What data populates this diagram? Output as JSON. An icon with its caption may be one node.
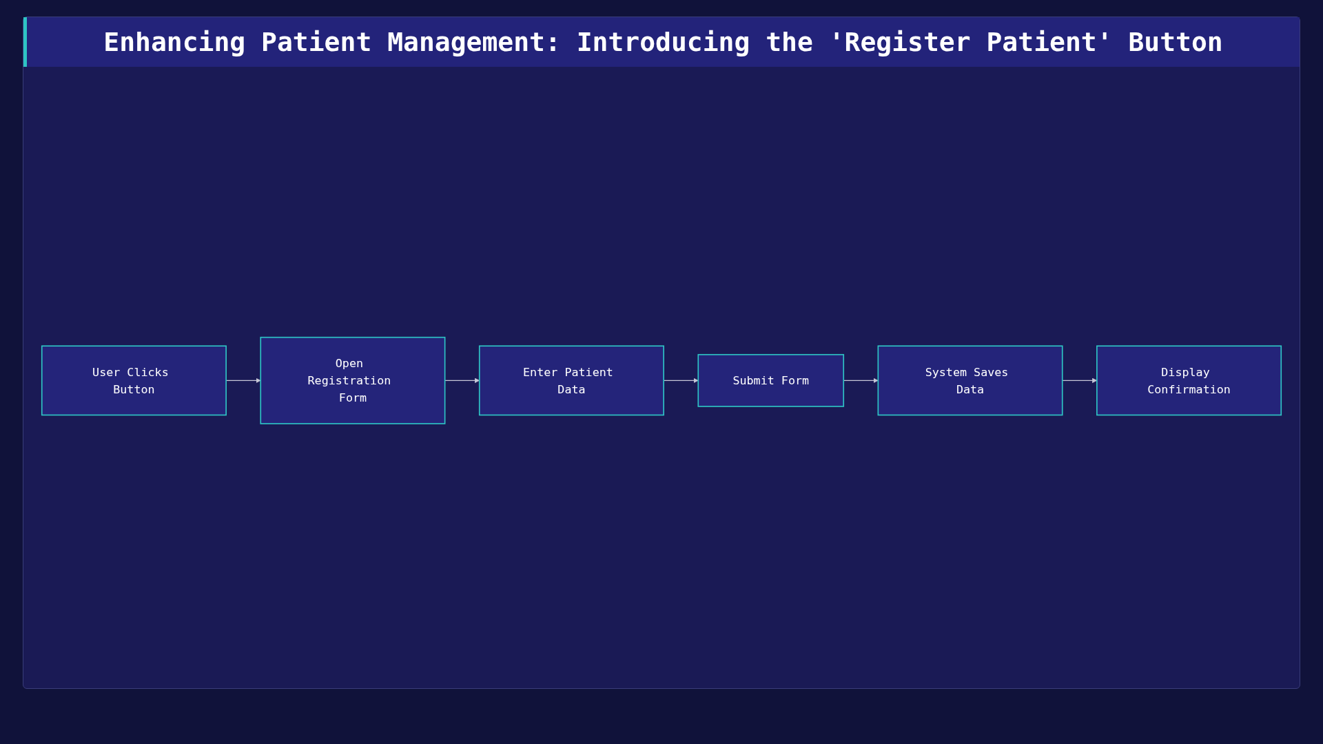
{
  "diagram": {
    "title": "Enhancing Patient Management: Introducing the 'Register Patient' Button",
    "nodes": [
      {
        "text": [
          "User Clicks Button"
        ]
      },
      {
        "text": [
          "Open Registration Form"
        ]
      },
      {
        "text": [
          "Enter Patient Data"
        ]
      },
      {
        "text": [
          "Submit Form"
        ]
      },
      {
        "text": [
          "System Saves Data"
        ]
      },
      {
        "text": [
          "Display Confirmation"
        ]
      }
    ],
    "edges": [
      {
        "from": 0,
        "to": 1,
        "arrow": "to"
      },
      {
        "from": 1,
        "to": 2,
        "arrow": "to"
      },
      {
        "from": 2,
        "to": 3,
        "arrow": "to"
      },
      {
        "from": 3,
        "to": 4,
        "arrow": "to"
      },
      {
        "from": 4,
        "to": 5,
        "arrow": "to"
      }
    ]
  }
}
